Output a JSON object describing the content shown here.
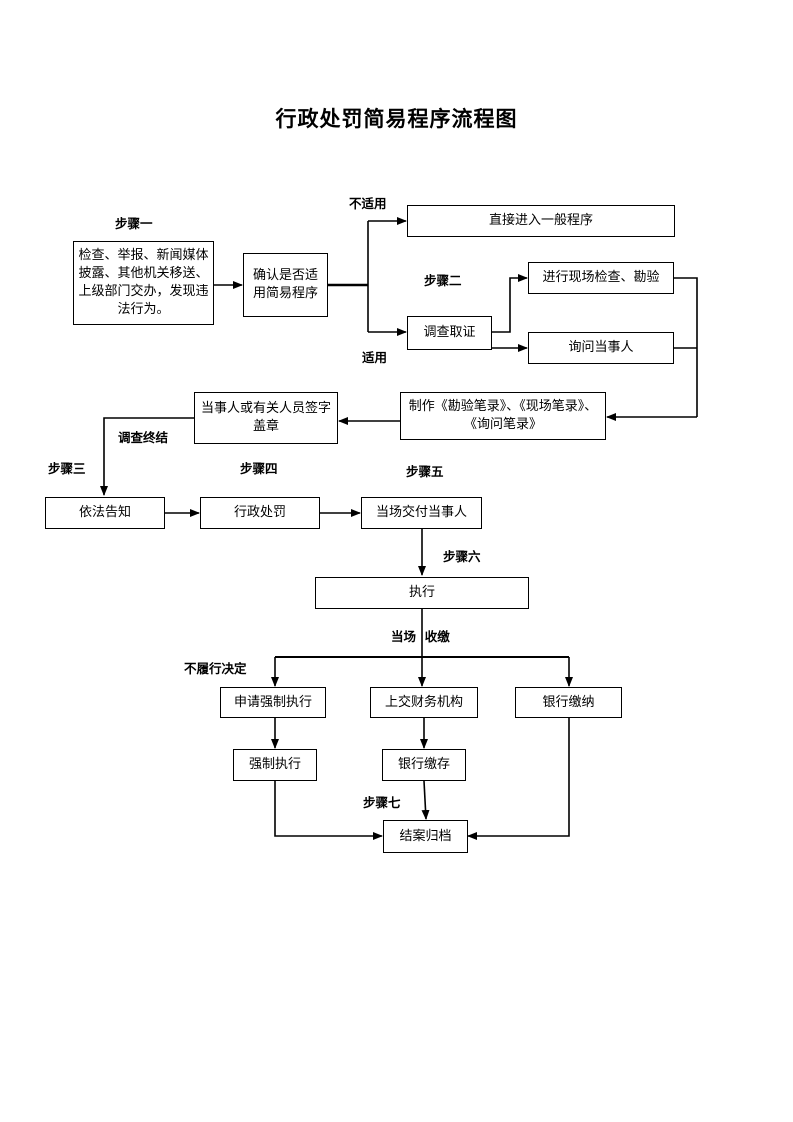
{
  "title": "行政处罚简易程序流程图",
  "steps": {
    "s1": "步骤一",
    "s2": "步骤二",
    "s3": "步骤三",
    "s4": "步骤四",
    "s5": "步骤五",
    "s6": "步骤六",
    "s7": "步骤七"
  },
  "branch_labels": {
    "not_applicable": "不适用",
    "applicable": "适用",
    "investigation_end": "调查终结",
    "on_site_collect": "当场  收缴",
    "not_perform": "不履行决定"
  },
  "nodes": {
    "source": "检查、举报、新闻媒体披露、其他机关移送、上级部门交办，发现违法行为。",
    "confirm": "确认是否适用简易程序",
    "general": "直接进入一般程序",
    "inspect": "进行现场检查、勘验",
    "investigate": "调查取证",
    "inquire": "询问当事人",
    "records": "制作《勘验笔录》、《现场笔录》、《询问笔录》",
    "sign": "当事人或有关人员签字盖章",
    "notify": "依法告知",
    "penalty": "行政处罚",
    "deliver": "当场交付当事人",
    "execute": "执行",
    "apply_force": "申请强制执行",
    "submit_finance": "上交财务机构",
    "bank_pay": "银行缴纳",
    "force_exec": "强制执行",
    "bank_deposit": "银行缴存",
    "archive": "结案归档"
  }
}
